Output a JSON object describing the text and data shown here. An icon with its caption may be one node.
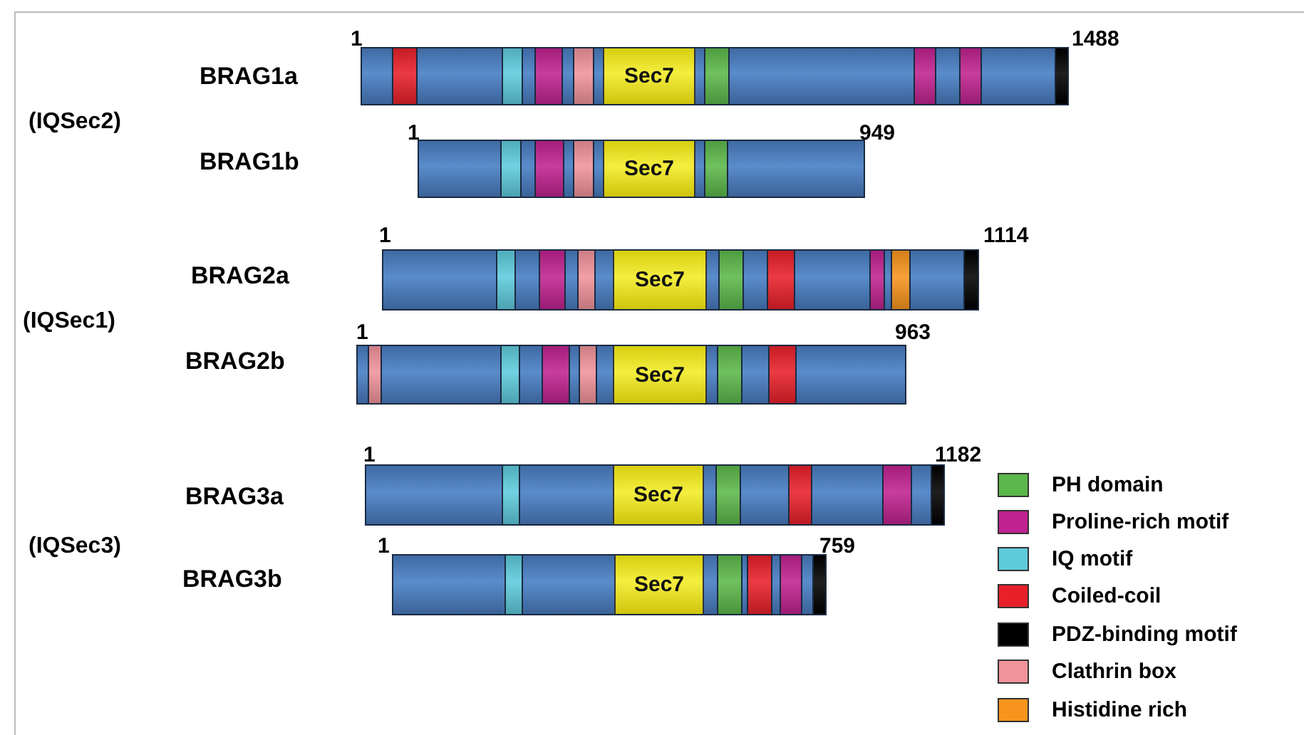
{
  "diagram": {
    "nodes": [
      {
        "text": [],
        "shape": "bar",
        "beside": [
          "1",
          "1488"
        ]
      },
      {
        "text": [
          "Sec7"
        ],
        "in": 0
      },
      {
        "text": [],
        "shape": "bar",
        "beside": [
          "1",
          "949"
        ]
      },
      {
        "text": [
          "Sec7"
        ],
        "in": 2
      },
      {
        "text": [],
        "shape": "bar",
        "beside": [
          "1",
          "1114"
        ]
      },
      {
        "text": [
          "Sec7"
        ],
        "in": 4
      },
      {
        "text": [],
        "shape": "bar",
        "beside": [
          "1",
          "963"
        ]
      },
      {
        "text": [
          "Sec7"
        ],
        "in": 6
      },
      {
        "text": [],
        "shape": "bar",
        "beside": [
          "1",
          "1182"
        ]
      },
      {
        "text": [
          "Sec7"
        ],
        "in": 8
      },
      {
        "text": [],
        "shape": "bar",
        "beside": [
          "1",
          "759"
        ]
      },
      {
        "text": [
          "Sec7"
        ],
        "in": 10
      }
    ],
    "labels": [
      "BRAG1a",
      "(IQSec2)",
      "BRAG1b",
      "BRAG2a",
      "(IQSec1)",
      "BRAG2b",
      "BRAG3a",
      "(IQSec3)",
      "BRAG3b"
    ],
    "legend": [
      {
        "text": "PH domain",
        "color": "#5cb84a"
      },
      {
        "text": "Proline-rich motif",
        "color": "#c0228f"
      },
      {
        "text": "IQ motif",
        "color": "#5ecbdc"
      },
      {
        "text": "Coiled-coil",
        "color": "#e8202a"
      },
      {
        "text": "PDZ-binding motif",
        "color": "#000000"
      },
      {
        "text": "Clathrin box",
        "color": "#f0939a"
      },
      {
        "text": "Histidine rich",
        "color": "#f7941d"
      }
    ]
  }
}
